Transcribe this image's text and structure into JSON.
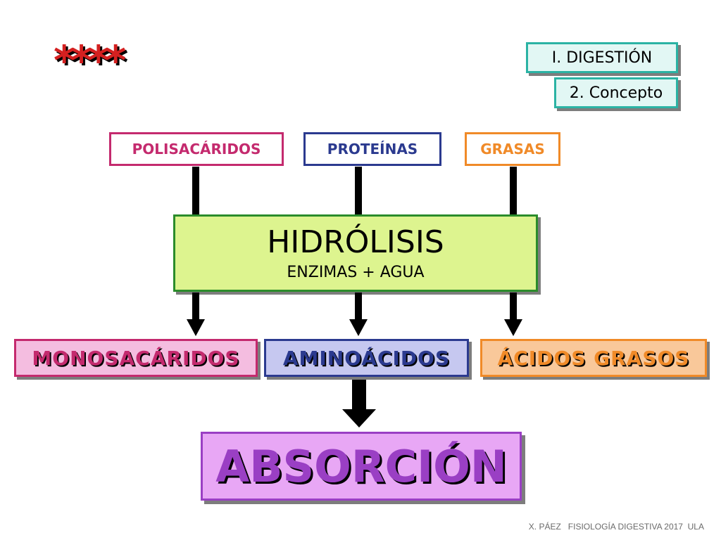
{
  "decoration": {
    "stars": "****"
  },
  "tags": {
    "section": "I. DIGESTIÓN",
    "subsection": "2. Concepto"
  },
  "inputs": {
    "polisacaridos": "POLISACÁRIDOS",
    "proteinas": "PROTEÍNAS",
    "grasas": "GRASAS"
  },
  "process": {
    "title": "HIDRÓLISIS",
    "subtitle": "ENZIMAS + AGUA"
  },
  "outputs": {
    "monosacaridos": "MONOSACÁRIDOS",
    "aminoacidos": "AMINOÁCIDOS",
    "acidos_grasos": "ÁCIDOS GRASOS"
  },
  "result": {
    "absorcion": "ABSORCIÓN"
  },
  "footer": {
    "credit": "X. PÁEZ   FISIOLOGÍA DIGESTIVA 2017  ULA"
  },
  "colors": {
    "stars": "#d42020",
    "tag_border": "#2bb3a4",
    "tag_fill": "#e2f7f4",
    "carbohydrate": "#c42a6e",
    "protein": "#2b3a8f",
    "fat": "#f08a28",
    "hydrolysis_fill": "#ddf48f",
    "hydrolysis_border": "#2b8c2b",
    "absorption": "#9a3fc4",
    "absorption_fill": "#e8a7f5"
  }
}
